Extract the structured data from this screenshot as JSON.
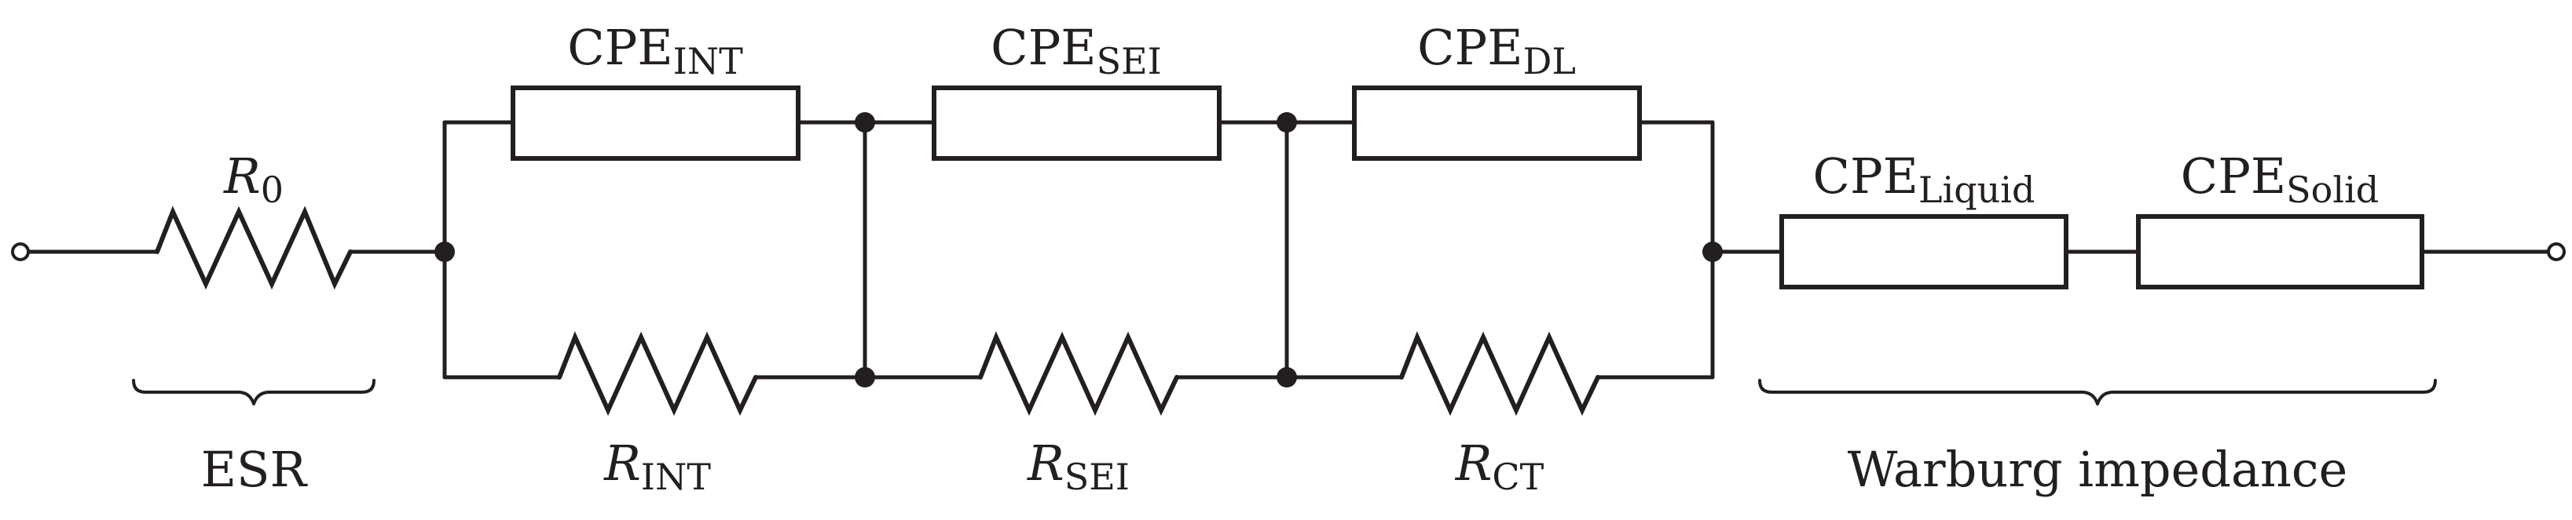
{
  "components": {
    "r0": {
      "main": "R",
      "sub": "0"
    },
    "cpe_int": {
      "main": "CPE",
      "sub": "INT"
    },
    "cpe_sei": {
      "main": "CPE",
      "sub": "SEI"
    },
    "cpe_dl": {
      "main": "CPE",
      "sub": "DL"
    },
    "r_int": {
      "main": "R",
      "sub": "INT"
    },
    "r_sei": {
      "main": "R",
      "sub": "SEI"
    },
    "r_ct": {
      "main": "R",
      "sub": "CT"
    },
    "cpe_liquid": {
      "main": "CPE",
      "sub": "Liquid"
    },
    "cpe_solid": {
      "main": "CPE",
      "sub": "Solid"
    }
  },
  "groups": {
    "esr": "ESR",
    "warburg": "Warburg impedance"
  }
}
